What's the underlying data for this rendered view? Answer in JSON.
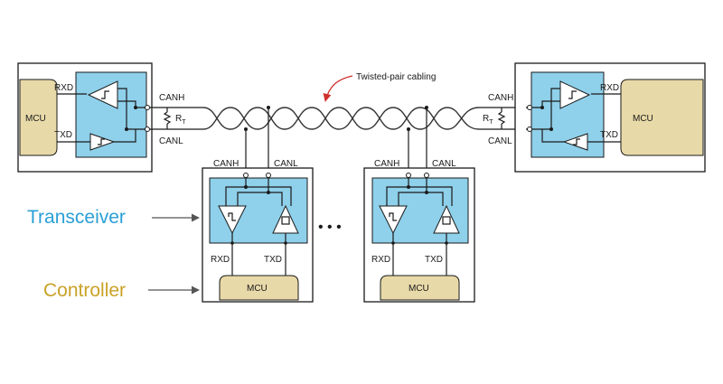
{
  "annotation": {
    "twisted_pair": "Twisted-pair cabling",
    "transceiver": "Transceiver",
    "controller": "Controller",
    "ellipsis": "• • •"
  },
  "signals": {
    "canh": "CANH",
    "canl": "CANL",
    "rxd": "RXD",
    "txd": "TXD",
    "rt": "R",
    "rt_sub": "T"
  },
  "mcu_label": "MCU",
  "colors": {
    "transceiver": "#8fd0ea",
    "mcu": "#e8d9a8",
    "transceiver_text": "#2a9fd6",
    "controller_text": "#c9a227",
    "arrow_red": "#d0312d"
  }
}
